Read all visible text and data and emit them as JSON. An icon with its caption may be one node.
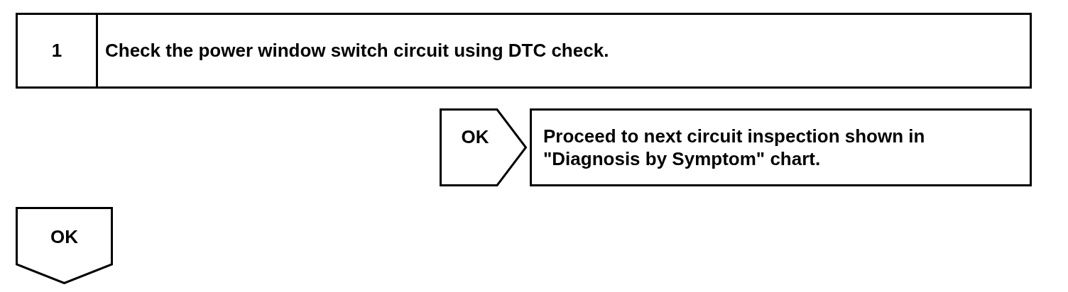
{
  "diagram": {
    "nodes": [
      {
        "text": [
          "1",
          "Check the power window switch circuit using DTC check."
        ]
      },
      {
        "text": [
          "Proceed to next circuit inspection shown in \"Diagnosis by Symptom\" chart."
        ]
      },
      {
        "text": [
          "OK"
        ]
      }
    ],
    "edges": [
      {
        "from": null,
        "to": 1,
        "arrow": "to",
        "label": "OK"
      }
    ]
  }
}
